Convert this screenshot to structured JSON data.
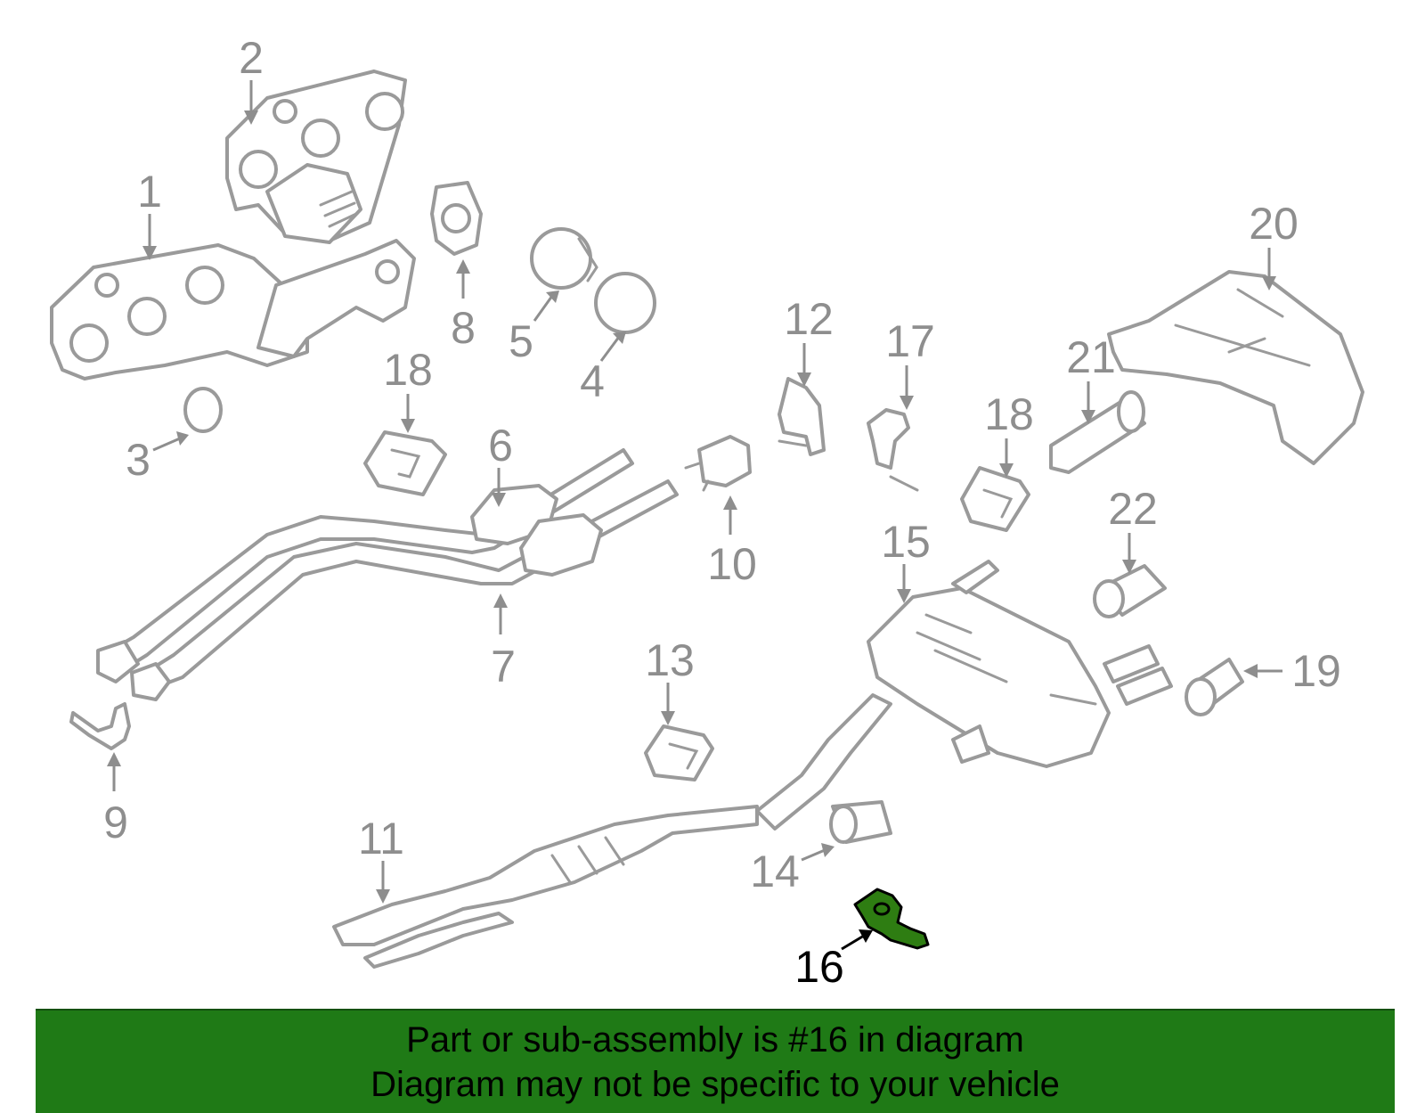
{
  "callouts": [
    {
      "num": "1"
    },
    {
      "num": "2"
    },
    {
      "num": "3"
    },
    {
      "num": "4"
    },
    {
      "num": "5"
    },
    {
      "num": "6"
    },
    {
      "num": "7"
    },
    {
      "num": "8"
    },
    {
      "num": "9"
    },
    {
      "num": "10"
    },
    {
      "num": "11"
    },
    {
      "num": "12"
    },
    {
      "num": "13"
    },
    {
      "num": "14"
    },
    {
      "num": "15"
    },
    {
      "num": "16"
    },
    {
      "num": "17"
    },
    {
      "num": "18"
    },
    {
      "num": "18"
    },
    {
      "num": "19"
    },
    {
      "num": "20"
    },
    {
      "num": "21"
    },
    {
      "num": "22"
    }
  ],
  "highlight": {
    "part_number": "16",
    "color": "#2e7d12"
  },
  "banner": {
    "line1": "Part or sub-assembly is #16 in diagram",
    "line2": "Diagram may not be specific to your vehicle",
    "color": "#1f7a16"
  }
}
